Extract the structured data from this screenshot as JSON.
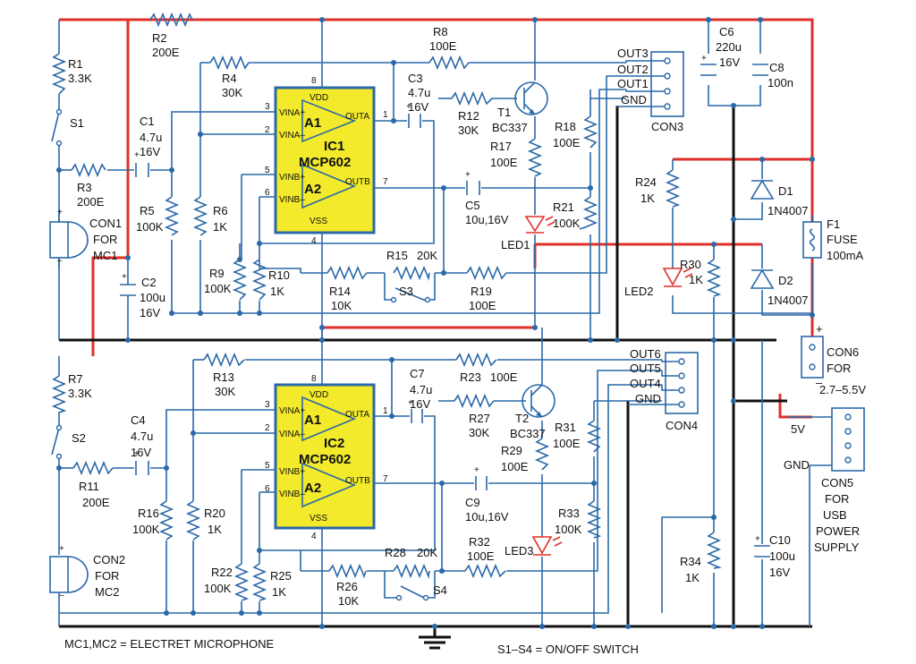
{
  "resistors": {
    "r1": [
      "R1",
      "3.3K"
    ],
    "r2": [
      "R2",
      "200E"
    ],
    "r3": [
      "R3",
      "200E"
    ],
    "r4": [
      "R4",
      "30K"
    ],
    "r5": [
      "R5",
      "100K"
    ],
    "r6": [
      "R6",
      "1K"
    ],
    "r7": [
      "R7",
      "3.3K"
    ],
    "r8": [
      "R8",
      "100E"
    ],
    "r9": [
      "R9",
      "100K"
    ],
    "r10": [
      "R10",
      "1K"
    ],
    "r11": [
      "R11",
      "200E"
    ],
    "r12": [
      "R12",
      "30K"
    ],
    "r13": [
      "R13",
      "30K"
    ],
    "r14": [
      "R14",
      "10K"
    ],
    "r15": [
      "R15",
      "20K"
    ],
    "r16": [
      "R16",
      "100K"
    ],
    "r17": [
      "R17",
      "100E"
    ],
    "r18": [
      "R18",
      "100E"
    ],
    "r19": [
      "R19",
      "100E"
    ],
    "r20": [
      "R20",
      "1K"
    ],
    "r21": [
      "R21",
      "100K"
    ],
    "r22": [
      "R22",
      "100K"
    ],
    "r23": [
      "R23",
      "100E"
    ],
    "r24": [
      "R24",
      "1K"
    ],
    "r25": [
      "R25",
      "1K"
    ],
    "r26": [
      "R26",
      "10K"
    ],
    "r27": [
      "R27",
      "30K"
    ],
    "r28": [
      "R28",
      "20K"
    ],
    "r29": [
      "R29",
      "100E"
    ],
    "r30": [
      "R30",
      "1K"
    ],
    "r31": [
      "R31",
      "100E"
    ],
    "r32": [
      "R32",
      "100E"
    ],
    "r33": [
      "R33",
      "100K"
    ],
    "r34": [
      "R34",
      "1K"
    ]
  },
  "capacitors": {
    "c1": [
      "C1",
      "4.7u",
      "16V"
    ],
    "c2": [
      "C2",
      "100u",
      "16V"
    ],
    "c3": [
      "C3",
      "4.7u",
      "16V"
    ],
    "c4": [
      "C4",
      "4.7u",
      "16V"
    ],
    "c5": [
      "C5",
      "10u,16V"
    ],
    "c6": [
      "C6",
      "220u",
      "16V"
    ],
    "c7": [
      "C7",
      "4.7u",
      "16V"
    ],
    "c8": [
      "C8",
      "100n"
    ],
    "c9": [
      "C9",
      "10u,16V"
    ],
    "c10": [
      "C10",
      "100u",
      "16V"
    ]
  },
  "ics": {
    "ic1": {
      "name": "IC1",
      "part": "MCP602",
      "amp_a": "A1",
      "amp_b": "A2"
    },
    "ic2": {
      "name": "IC2",
      "part": "MCP602",
      "amp_a": "A1",
      "amp_b": "A2"
    },
    "pins": {
      "vdd": "VDD",
      "vss": "VSS",
      "vina_p": "VINA+",
      "vina_n": "VINA–",
      "outa": "OUTA",
      "vinb_p": "VINB+",
      "vinb_n": "VINB–",
      "outb": "OUTB"
    },
    "pin_numbers": {
      "p1": "1",
      "p2": "2",
      "p3": "3",
      "p4": "4",
      "p5": "5",
      "p6": "6",
      "p7": "7",
      "p8": "8"
    }
  },
  "transistors": {
    "t1": [
      "T1",
      "BC337"
    ],
    "t2": [
      "T2",
      "BC337"
    ]
  },
  "diodes": {
    "d1": [
      "D1",
      "1N4007"
    ],
    "d2": [
      "D2",
      "1N4007"
    ]
  },
  "leds": {
    "led1": "LED1",
    "led2": "LED2",
    "led3": "LED3"
  },
  "switches": {
    "s1": "S1",
    "s2": "S2",
    "s3": "S3",
    "s4": "S4"
  },
  "fuse": {
    "name": "F1",
    "type": "FUSE",
    "rating": "100mA"
  },
  "connectors": {
    "con1": [
      "CON1",
      "FOR",
      "MC1"
    ],
    "con2": [
      "CON2",
      "FOR",
      "MC2"
    ],
    "con3": {
      "name": "CON3",
      "pins": [
        "OUT3",
        "OUT2",
        "OUT1",
        "GND"
      ]
    },
    "con4": {
      "name": "CON4",
      "pins": [
        "OUT6",
        "OUT5",
        "OUT4",
        "GND"
      ]
    },
    "con5": {
      "lines": [
        "CON5",
        "FOR",
        "USB",
        "POWER",
        "SUPPLY"
      ],
      "pin_top": "5V",
      "pin_bottom": "GND"
    },
    "con6": {
      "name": "CON6",
      "for": "FOR",
      "range": "2.7–5.5V",
      "plus": "+",
      "minus": "–"
    }
  },
  "polarity": {
    "plus": "+",
    "minus": "–"
  },
  "notes": {
    "mic": "MC1,MC2 = ELECTRET MICROPHONE",
    "switch": "S1–S4 = ON/OFF  SWITCH"
  },
  "colors": {
    "wire": "#2a68a8",
    "power": "#e0302a",
    "ground": "#111111",
    "ic_fill": "#f2ea2a"
  }
}
